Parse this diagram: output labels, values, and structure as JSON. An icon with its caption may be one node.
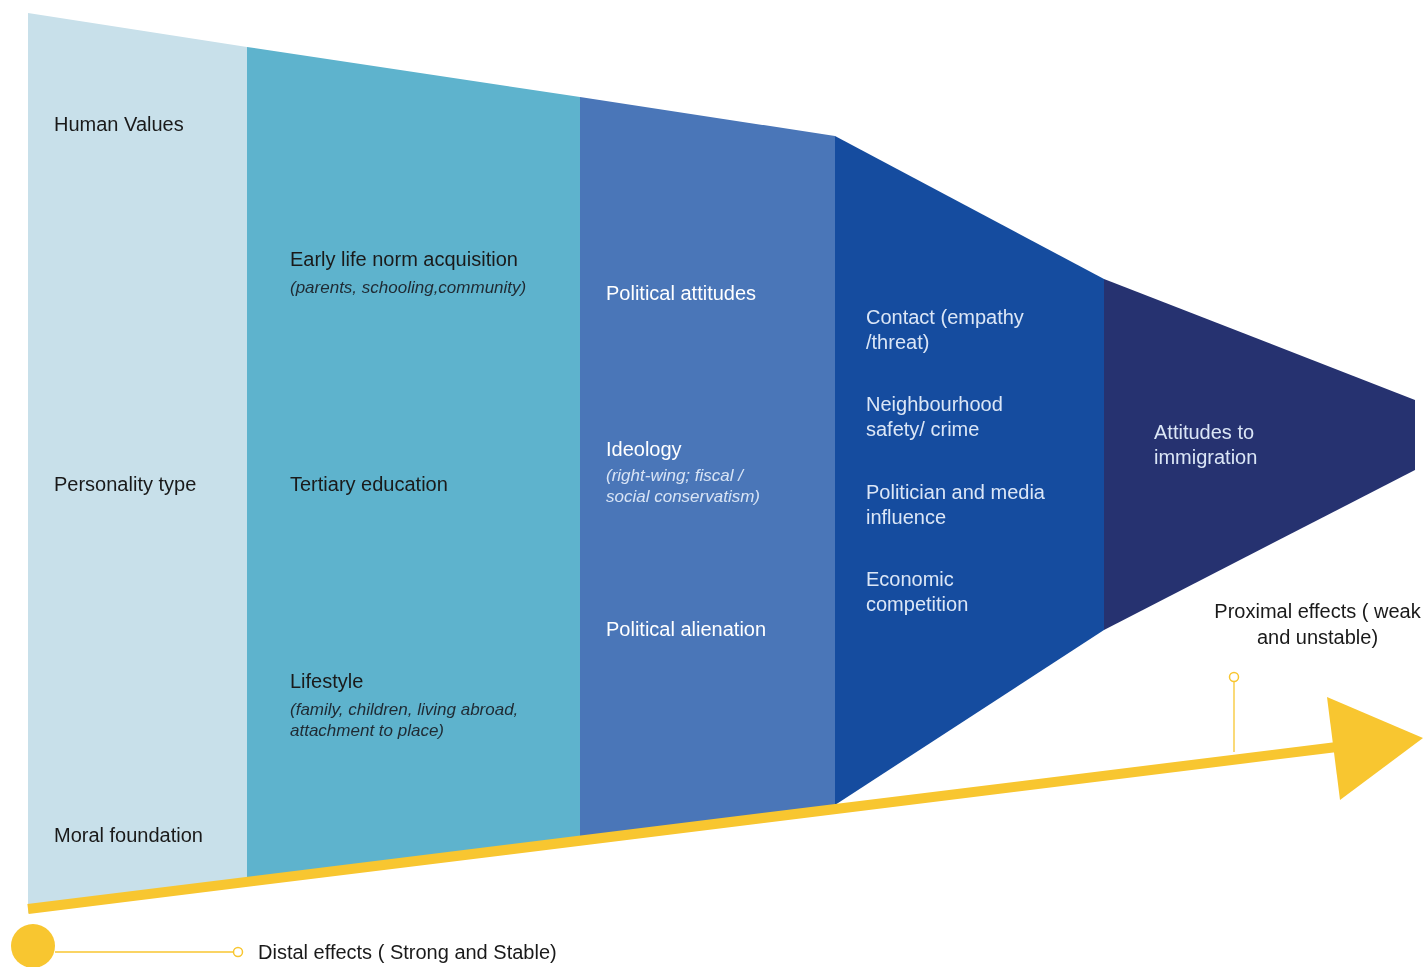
{
  "diagram": {
    "nodes": [
      {
        "text": [
          "Human Values",
          "Personality type",
          "Moral foundation"
        ]
      },
      {
        "text": [
          "Early life norm acquisition",
          "(parents, schooling,community)",
          "Tertiary education",
          "Lifestyle",
          "(family, children, living abroad, attachment to place)"
        ]
      },
      {
        "text": [
          "Political attitudes",
          "Ideology",
          "(right-wing; fiscal / social conservatism)",
          "Political alienation"
        ]
      },
      {
        "text": [
          "Contact (empathy /threat)",
          "Neighbourhood safety/ crime",
          "Politician and media influence",
          "Economic competition"
        ]
      },
      {
        "text": [
          "Attitudes to immigration"
        ]
      },
      {
        "text": [
          "Distal effects ( Strong and Stable)"
        ]
      },
      {
        "text": [
          "Proximal effects ( weak and unstable)"
        ]
      },
      {
        "text": [],
        "shape": "circle"
      }
    ],
    "edges": [
      {
        "from": 5,
        "to": 7,
        "arrow": "other"
      },
      {
        "from": 6,
        "to": null,
        "arrow": "other"
      }
    ]
  }
}
